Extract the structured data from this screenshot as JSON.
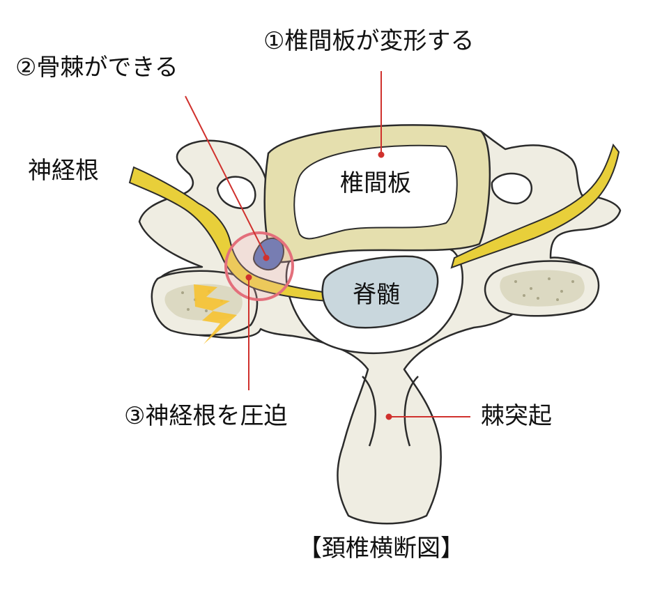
{
  "labels": {
    "disc_deform": "①椎間板が変形する",
    "bone_spur": "②骨棘ができる",
    "nerve_root": "神経根",
    "disc": "椎間板",
    "spinal_cord": "脊髄",
    "nerve_compress": "③神経根を圧迫",
    "spinous_process": "棘突起",
    "caption": "【頚椎横断図】"
  },
  "colors": {
    "bone": "#efede2",
    "outline": "#2b2b2b",
    "disc_ring": "#e5dfae",
    "nerve": "#e8cf3a",
    "spinal_cord": "#c9d7dd",
    "leader_line": "#d0312d",
    "highlight_circle": "#e36f7b",
    "bone_spur": "#4c6aae",
    "lightning": "#f6c232"
  },
  "icons": {
    "pain": "lightning-icon"
  }
}
